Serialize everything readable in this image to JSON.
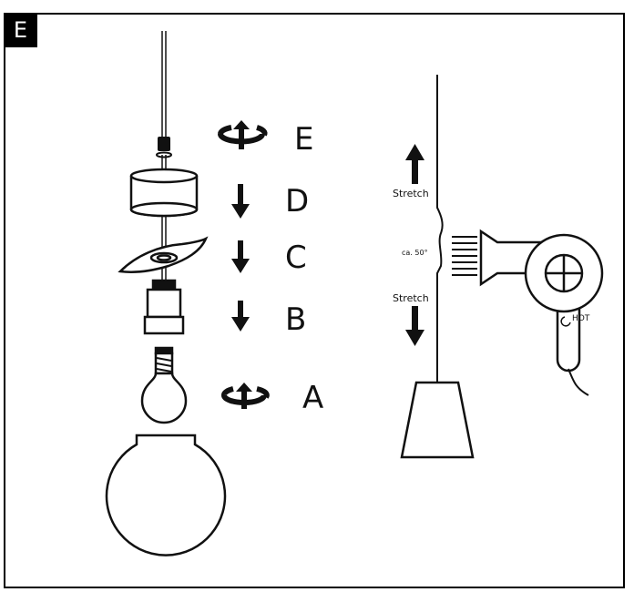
{
  "panel_label": "E",
  "steps": [
    {
      "letter": "E",
      "icon": "rotate-icon"
    },
    {
      "letter": "D",
      "icon": "arrow-down-icon"
    },
    {
      "letter": "C",
      "icon": "arrow-down-icon"
    },
    {
      "letter": "B",
      "icon": "arrow-down-icon"
    },
    {
      "letter": "A",
      "icon": "rotate-icon"
    }
  ],
  "heat_diagram": {
    "stretch_top": "Stretch",
    "stretch_bottom": "Stretch",
    "temperature": "ca. 50°",
    "dryer_label": "HOT"
  }
}
